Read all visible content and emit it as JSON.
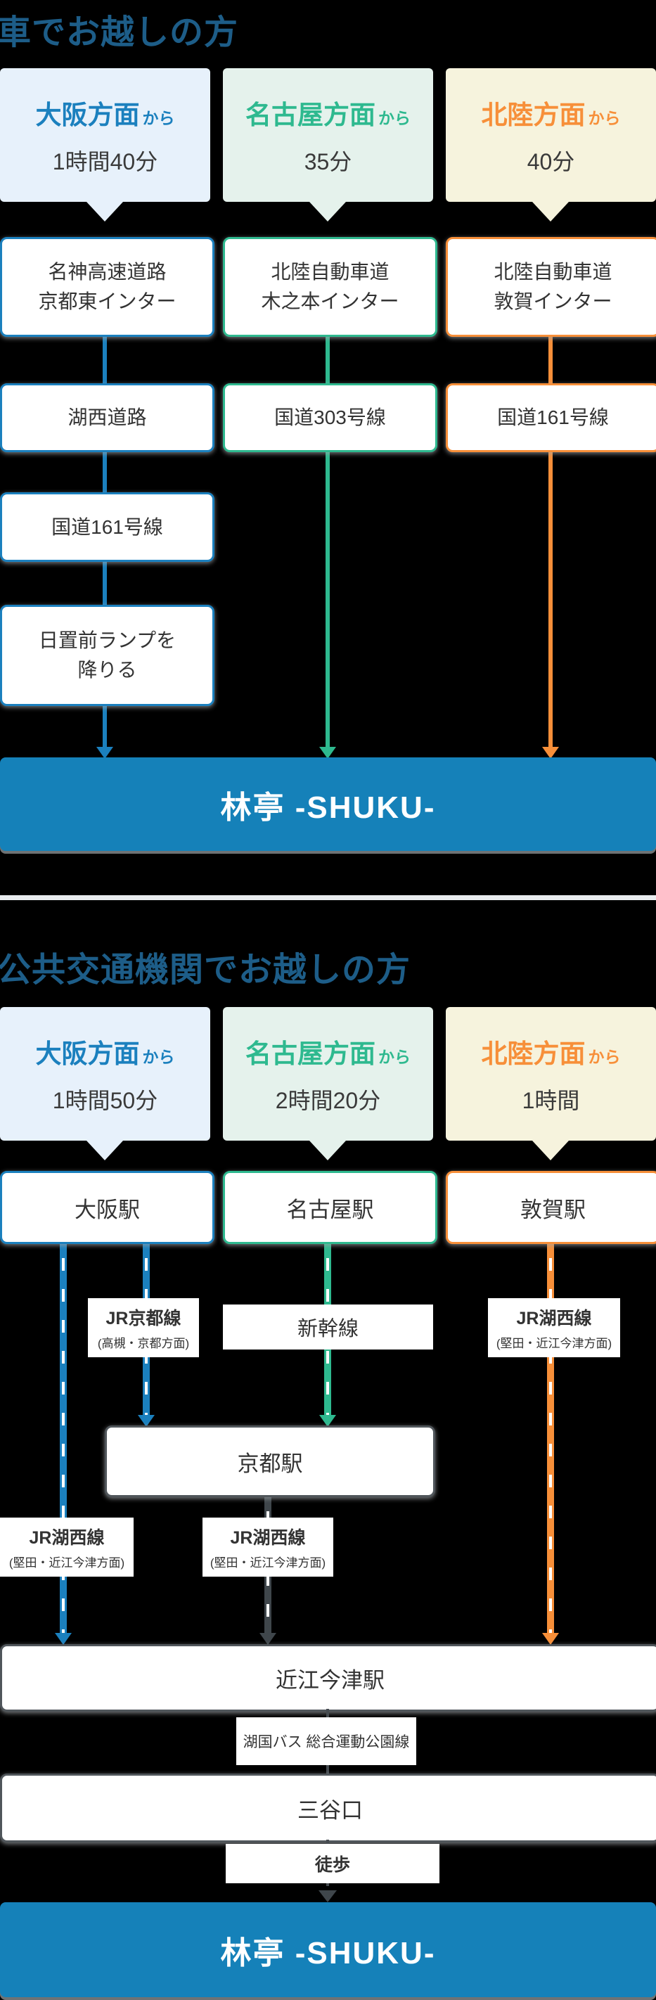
{
  "colors": {
    "background": "#000000",
    "heading_text": "#1d5d88",
    "accent_blue": "#1b80be",
    "accent_teal": "#2eb98f",
    "accent_orange": "#f78f39",
    "destination_bar": "#1581b9",
    "card_blue_bg": "#e7f1fb",
    "card_teal_bg": "#e5f2ec",
    "card_yellow_bg": "#f6f3dd",
    "neutral_border": "#50565b"
  },
  "car": {
    "heading": "車でお越しの方",
    "columns": [
      {
        "origin": "大阪方面",
        "from": "から",
        "duration": "1時間40分",
        "steps": [
          {
            "l1": "名神高速道路",
            "l2": "京都東インター"
          },
          {
            "l1": "湖西道路"
          },
          {
            "l1": "国道161号線"
          },
          {
            "l1": "日置前ランプを",
            "l2": "降りる"
          }
        ]
      },
      {
        "origin": "名古屋方面",
        "from": "から",
        "duration": "35分",
        "steps": [
          {
            "l1": "北陸自動車道",
            "l2": "木之本インター"
          },
          {
            "l1": "国道303号線"
          }
        ]
      },
      {
        "origin": "北陸方面",
        "from": "から",
        "duration": "40分",
        "steps": [
          {
            "l1": "北陸自動車道",
            "l2": "敦賀インター"
          },
          {
            "l1": "国道161号線"
          }
        ]
      }
    ],
    "destination": "林亭 -SHUKU-"
  },
  "transit": {
    "heading": "公共交通機関でお越しの方",
    "columns": [
      {
        "origin": "大阪方面",
        "from": "から",
        "duration": "1時間50分",
        "station": "大阪駅"
      },
      {
        "origin": "名古屋方面",
        "from": "から",
        "duration": "2時間20分",
        "station": "名古屋駅"
      },
      {
        "origin": "北陸方面",
        "from": "から",
        "duration": "1時間",
        "station": "敦賀駅"
      }
    ],
    "lines": {
      "jr_kyoto": {
        "name": "JR京都線",
        "direction": "(高槻・京都方面)"
      },
      "shinkansen": {
        "name": "新幹線"
      },
      "jr_kosei_from_tsuruga": {
        "name": "JR湖西線",
        "direction": "(堅田・近江今津方面)"
      },
      "jr_kosei_from_osaka": {
        "name": "JR湖西線",
        "direction": "(堅田・近江今津方面)"
      },
      "jr_kosei_from_kyoto": {
        "name": "JR湖西線",
        "direction": "(堅田・近江今津方面)"
      },
      "bus": {
        "name": "湖国バス 総合運動公園線"
      },
      "walk": {
        "name": "徒歩"
      }
    },
    "stations": {
      "kyoto": "京都駅",
      "omi_imazu": "近江今津駅",
      "mitaniguchi": "三谷口"
    },
    "destination": "林亭 -SHUKU-"
  }
}
